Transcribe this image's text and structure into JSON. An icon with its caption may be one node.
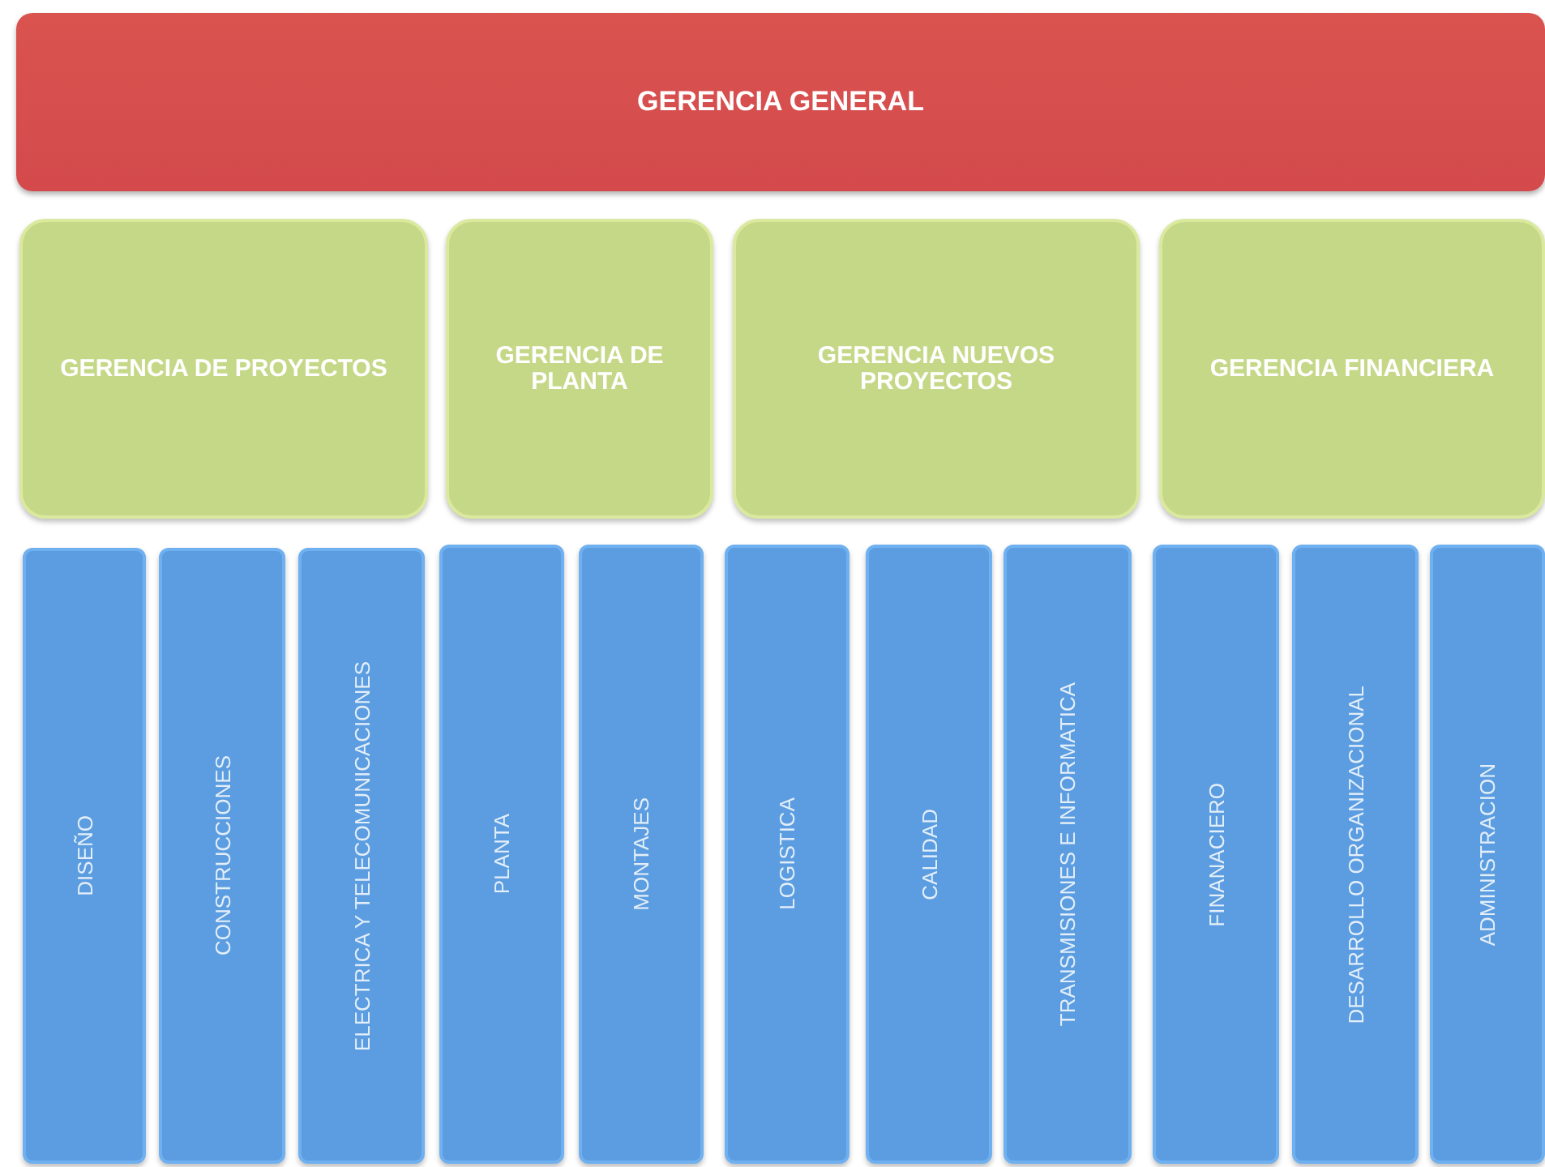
{
  "diagram": {
    "nodes": [
      {
        "text": [
          "GERENCIA GENERAL"
        ]
      },
      {
        "text": [
          "GERENCIA DE PROYECTOS"
        ]
      },
      {
        "text": [
          "GERENCIA DE PLANTA"
        ]
      },
      {
        "text": [
          "GERENCIA NUEVOS PROYECTOS"
        ]
      },
      {
        "text": [
          "GERENCIA FINANCIERA"
        ]
      },
      {
        "text": [
          "DISEÑO"
        ]
      },
      {
        "text": [
          "CONSTRUCCIONES"
        ]
      },
      {
        "text": [
          "ELECTRICA Y TELECOMUNICACIONES"
        ]
      },
      {
        "text": [
          "PLANTA"
        ]
      },
      {
        "text": [
          "MONTAJES"
        ]
      },
      {
        "text": [
          "LOGISTICA"
        ]
      },
      {
        "text": [
          "CALIDAD"
        ]
      },
      {
        "text": [
          "TRANSMISIONES E INFORMATICA"
        ]
      },
      {
        "text": [
          "FINANACIERO"
        ]
      },
      {
        "text": [
          "DESARROLLO ORGANIZACIONAL"
        ]
      },
      {
        "text": [
          "ADMINISTRACION"
        ]
      }
    ]
  }
}
